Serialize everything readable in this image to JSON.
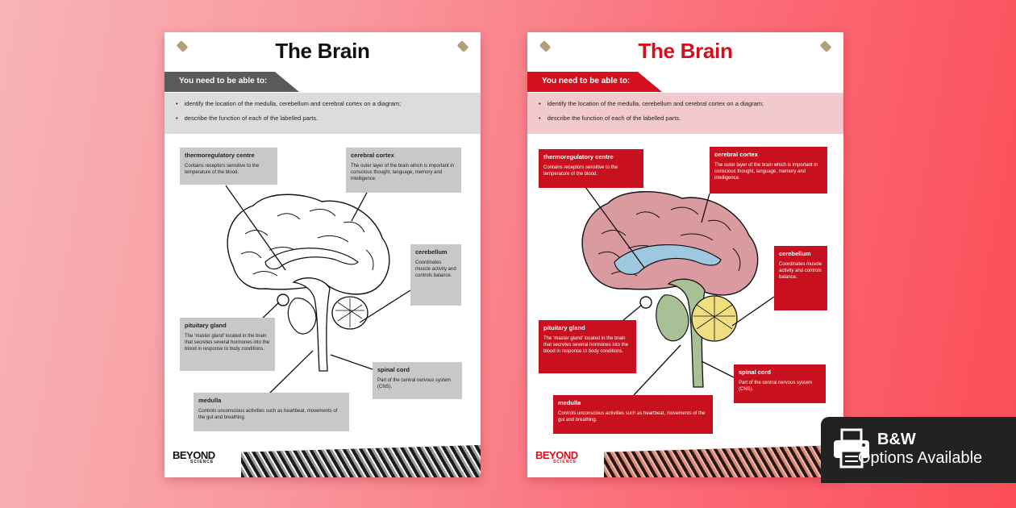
{
  "posters": [
    {
      "variant": "bw",
      "title": "The Brain",
      "banner": "You need to be able to:",
      "goals": [
        "identify the location of the medulla, cerebellum and cerebral cortex on a diagram;",
        "describe the function of each of the labelled parts."
      ],
      "labels": {
        "thermo": {
          "title": "thermoregulatory centre",
          "text": "Contains receptors sensitive to the temperature of the blood."
        },
        "cortex": {
          "title": "cerebral cortex",
          "text": "The outer layer of the brain which is important in conscious thought, language, memory and intelligence."
        },
        "cerebellum": {
          "title": "cerebellum",
          "text": "Coordinates muscle activity and controls balance."
        },
        "pituitary": {
          "title": "pituitary gland",
          "text": "The ‘master gland’ located in the brain that secretes several hormones into the blood in response to body conditions."
        },
        "spinal": {
          "title": "spinal cord",
          "text": "Part of the central nervous system (CNS)."
        },
        "medulla": {
          "title": "medulla",
          "text": "Controls unconscious activities such as heartbeat, movements of the gut and breathing."
        }
      },
      "brand": "BEYOND",
      "brand_sub": "SCIENCE",
      "colors": {
        "cortex": "#ffffff",
        "ventricle": "#ffffff",
        "stem": "#ffffff",
        "cerebellum": "#ffffff",
        "line": "#111111"
      }
    },
    {
      "variant": "colour",
      "title": "The Brain",
      "banner": "You need to be able to:",
      "goals": [
        "identify the location of the medulla, cerebellum and cerebral cortex on a diagram;",
        "describe the function of each of the labelled parts."
      ],
      "labels": {
        "thermo": {
          "title": "thermoregulatory centre",
          "text": "Contains receptors sensitive to the temperature of the blood."
        },
        "cortex": {
          "title": "cerebral cortex",
          "text": "The outer layer of the brain which is important in conscious thought, language, memory and intelligence."
        },
        "cerebellum": {
          "title": "cerebellum",
          "text": "Coordinates muscle activity and controls balance."
        },
        "pituitary": {
          "title": "pituitary gland",
          "text": "The ‘master gland’ located in the brain that secretes several hormones into the blood in response to body conditions."
        },
        "spinal": {
          "title": "spinal cord",
          "text": "Part of the central nervous system (CNS)."
        },
        "medulla": {
          "title": "medulla",
          "text": "Controls unconscious activities such as heartbeat, movements of the gut and breathing."
        }
      },
      "brand": "BEYOND",
      "brand_sub": "SCIENCE",
      "colors": {
        "cortex": "#d99aa0",
        "ventricle": "#9ec8e0",
        "stem": "#a9bf96",
        "cerebellum": "#f0df80",
        "line": "#111111"
      }
    }
  ],
  "options": {
    "line1": "B&W",
    "line2": "Options Available",
    "icon": "printer-icon"
  }
}
